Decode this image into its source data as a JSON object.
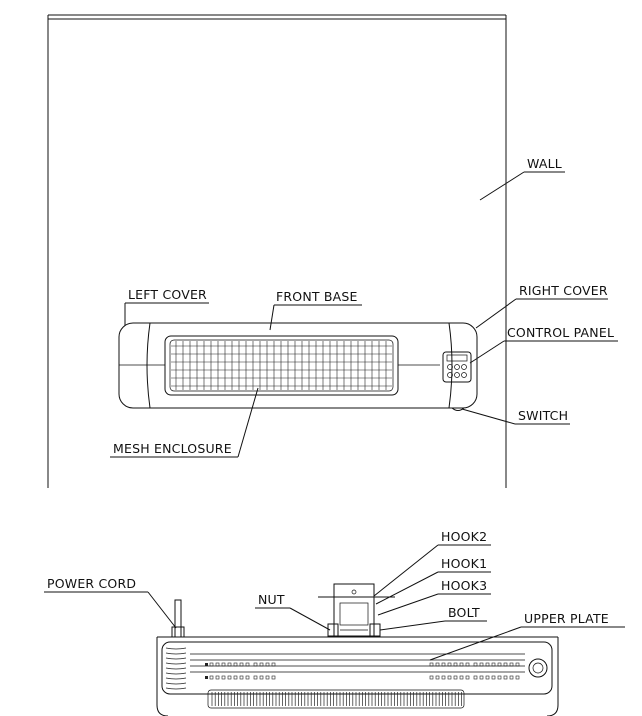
{
  "labels": {
    "wall": "WALL",
    "left_cover": "LEFT COVER",
    "front_base": "FRONT BASE",
    "right_cover": "RIGHT COVER",
    "control_panel": "CONTROL PANEL",
    "switch": "SWITCH",
    "mesh_enclosure": "MESH ENCLOSURE",
    "hook2": "HOOK2",
    "hook1": "HOOK1",
    "hook3": "HOOK3",
    "power_cord": "POWER CORD",
    "nut": "NUT",
    "bolt": "BOLT",
    "upper_plate": "UPPER PLATE"
  }
}
